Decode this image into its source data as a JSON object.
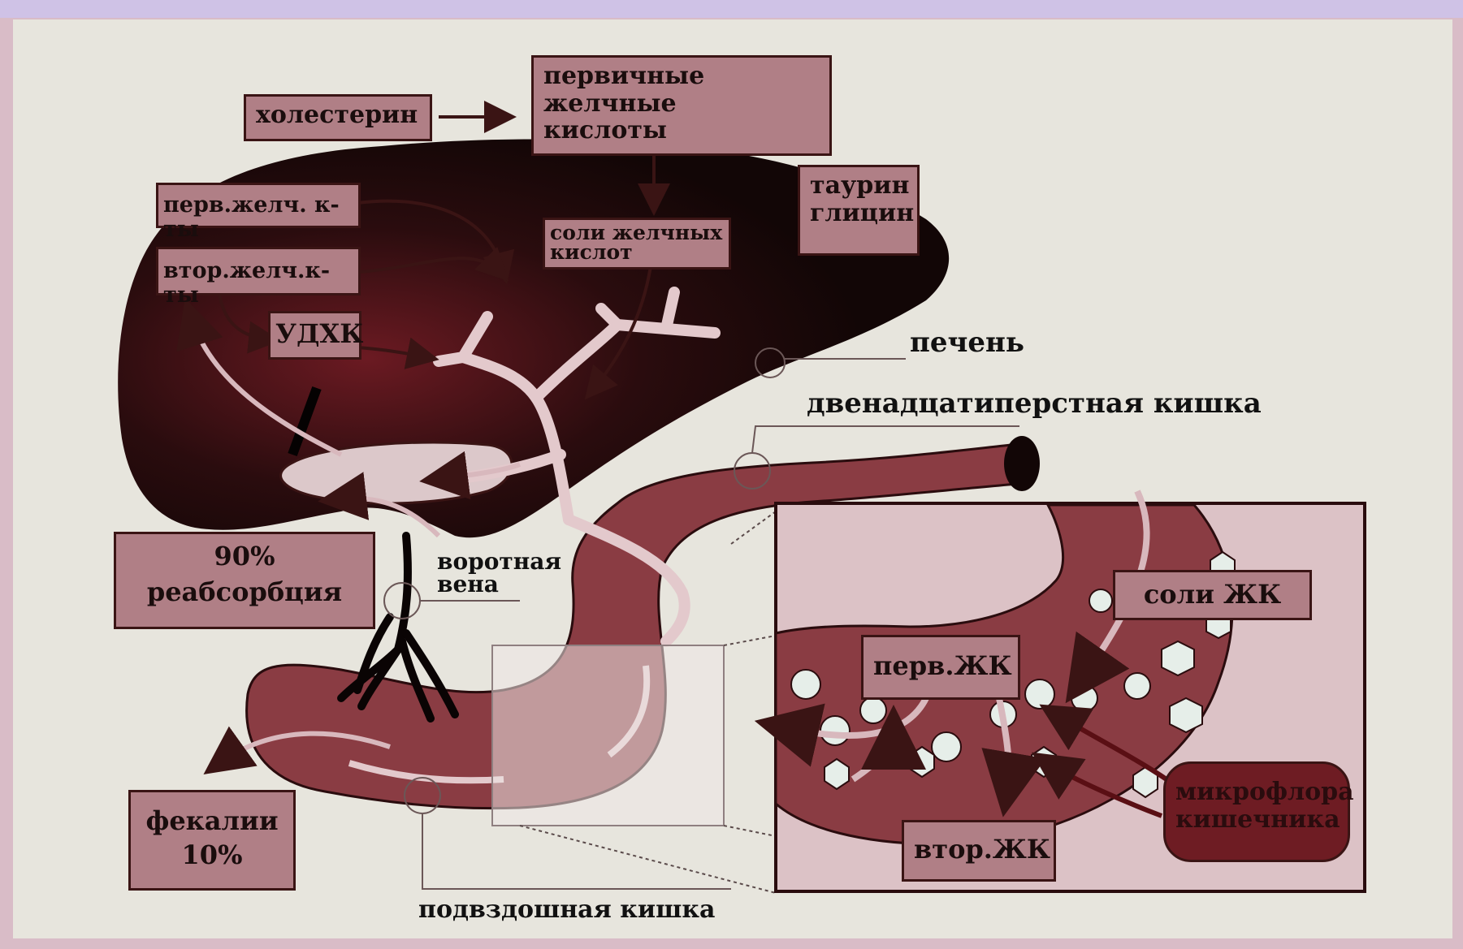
{
  "labels": {
    "cholesterol": "холестерин",
    "primary_bile_acids": "первичные желчные кислоты",
    "taurine_glycine": "таурин глицин",
    "bile_salts": "соли желчных кислот",
    "prim_acids_short": "перв.желч. к-ты",
    "sec_acids_short": "втор.желч.к-ты",
    "udca": "УДХК",
    "reabsorption_percent": "90%",
    "reabsorption": "реабсорбция",
    "portal_vein": "воротная вена",
    "feces": "фекалии",
    "feces_percent": "10%",
    "liver": "печень",
    "duodenum": "двенадцатиперстная кишка",
    "ileum": "подвздошная кишка",
    "inset_bile_salts": "соли ЖК",
    "inset_primary": "перв.ЖК",
    "inset_secondary": "втор.ЖК",
    "microflora": "микрофлора кишечника"
  },
  "colors": {
    "liver": "#150808",
    "liver_highlight": "#6b1a22",
    "gut": "#8a3c43",
    "label_fill": "#b07f86",
    "duct": "#e3c9cc",
    "slide_bg": "#e7e5dd",
    "frame": "#d9bcc7"
  }
}
